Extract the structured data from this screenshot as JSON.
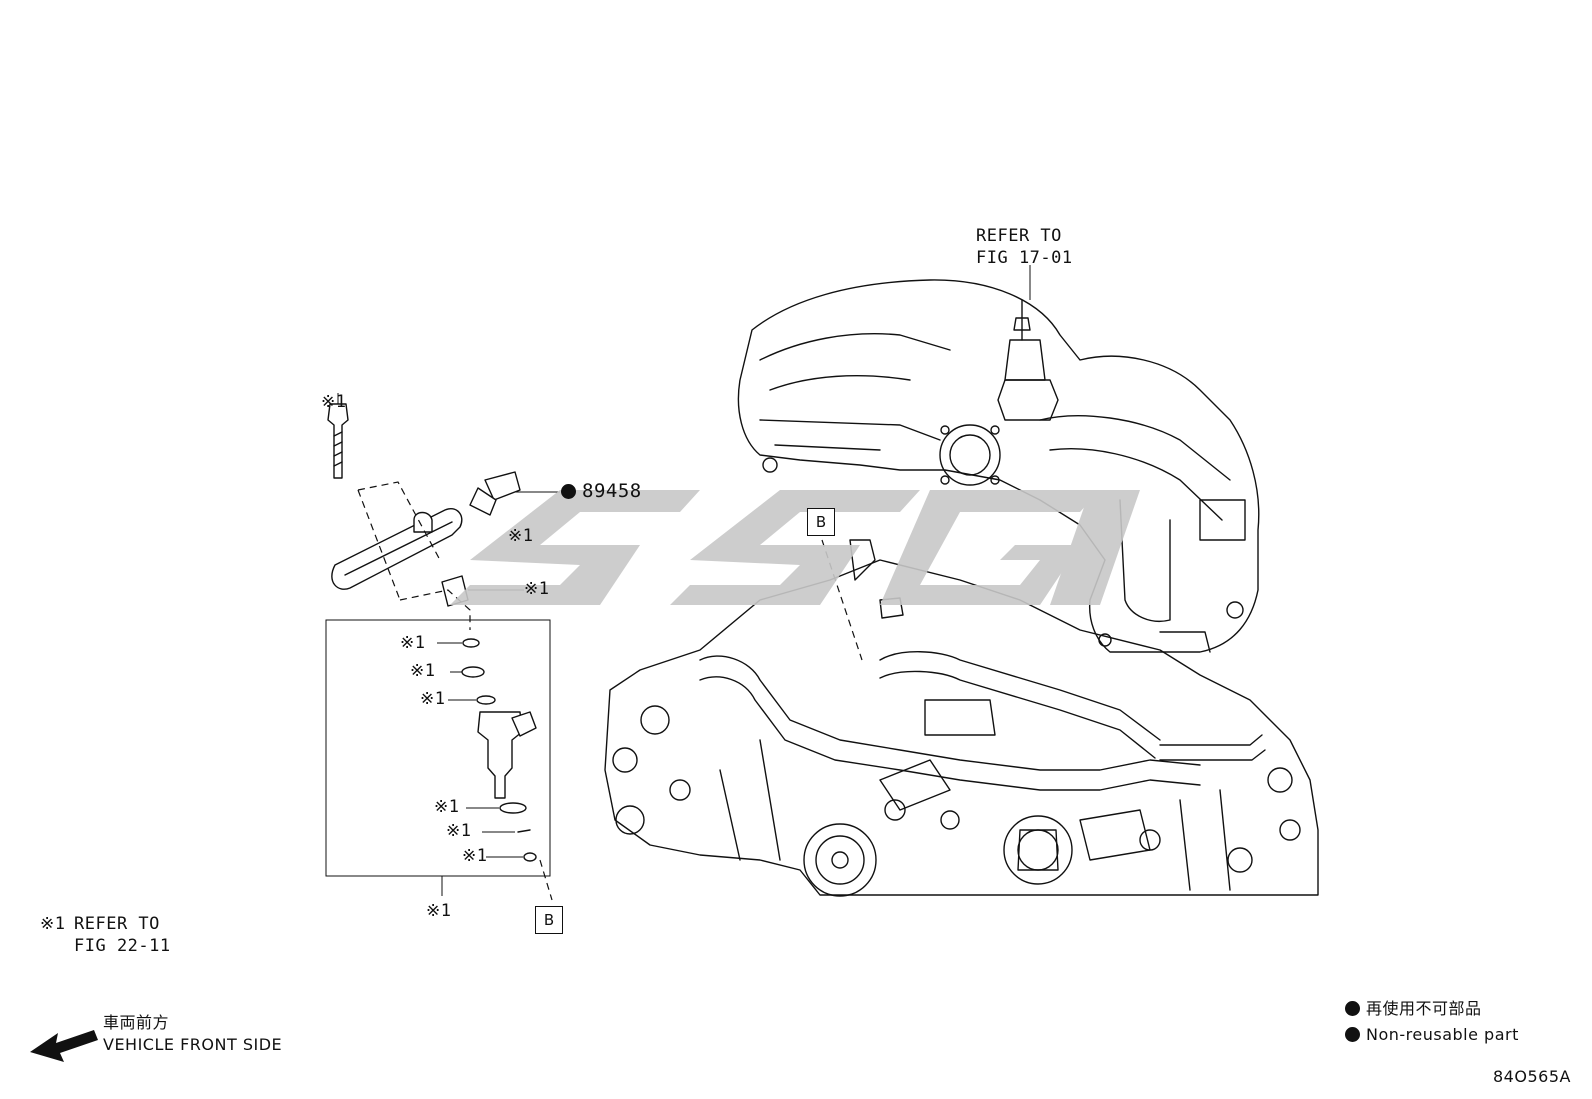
{
  "refer_fig_17": {
    "line1": "REFER TO",
    "line2": "FIG 17-01"
  },
  "callout_mark": "※1",
  "part_number": "89458",
  "ref_box": "B",
  "footnote": {
    "mark": "※1",
    "line1": "REFER TO",
    "line2": "FIG 22-11"
  },
  "direction": {
    "jp": "車両前方",
    "en": "VEHICLE FRONT SIDE"
  },
  "legend": {
    "jp": "再使用不可部品",
    "en": "Non-reusable part"
  },
  "figure_code": "84O565A",
  "watermark": "SSGT",
  "colors": {
    "line": "#111111",
    "watermark": "#c8c8c8",
    "background": "#ffffff"
  }
}
